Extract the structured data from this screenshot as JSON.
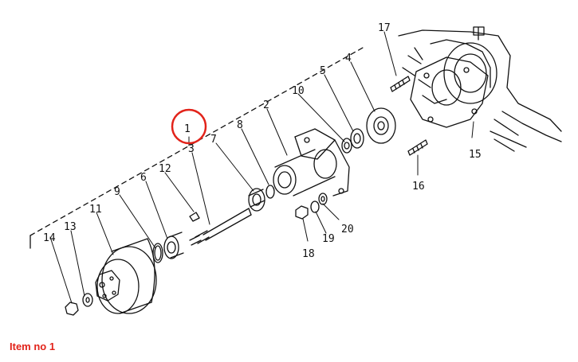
{
  "diagram": {
    "title": "",
    "highlight_color": "#e2231a",
    "ink_color": "#111111",
    "highlighted_item": "1",
    "callouts": [
      "1",
      "2",
      "3",
      "4",
      "5",
      "6",
      "7",
      "8",
      "9",
      "10",
      "11",
      "12",
      "13",
      "14",
      "15",
      "16",
      "17",
      "18",
      "19",
      "20"
    ]
  },
  "caption": {
    "text": "Item no 1"
  }
}
